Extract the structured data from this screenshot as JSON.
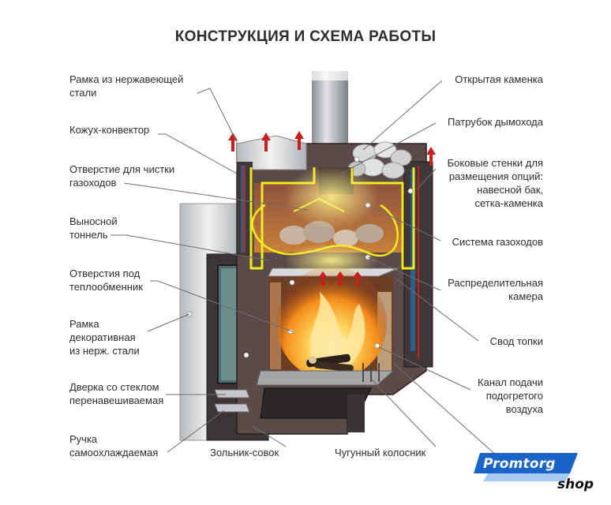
{
  "title": "КОНСТРУКЦИЯ И СХЕМА РАБОТЫ",
  "labels_left": [
    "Рамка из нержавеющей\nстали",
    "Кожух-конвектор",
    "Отверстие для чистки\nгазоходов",
    "Выносной\nтоннель",
    "Отверстия под\nтеплообменник",
    "Рамка\nдекоративная\nиз нерж. стали",
    "Дверка со стеклом\nперенавешиваемая",
    "Ручка\nсамоохлаждаемая"
  ],
  "labels_bottom": [
    "Зольник-совок",
    "Чугунный колосник"
  ],
  "labels_right": [
    "Открытая каменка",
    "Патрубок дымохода",
    "Боковые стенки для\nразмещения опций:\nнавесной  бак,\nсетка-каменка",
    "Система газоходов",
    "Распределительная\nкамера",
    "Свод  топки",
    "Канал подачи\nподогретого\nвоздуха"
  ],
  "logo": {
    "main": "Promtorg",
    "sub": "shop"
  },
  "colors": {
    "text": "#2d2d2d",
    "leader": "#6e6e6e",
    "flow_arrow": "#c81e1e",
    "gas_flow": "#f2ea1c",
    "fire": "#f7a21b",
    "steel": "#c9cbce",
    "stove_body": "#5a4a48",
    "logo_blue": "#1a63c9"
  },
  "icons": [
    "red-up-arrow-icon",
    "sauna-stone-icon",
    "flame-icon",
    "firewood-icon"
  ]
}
